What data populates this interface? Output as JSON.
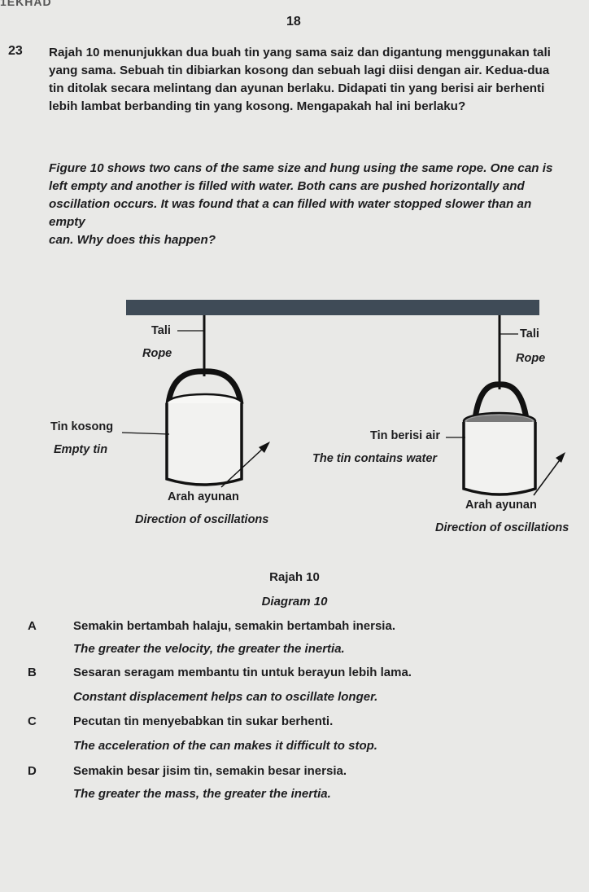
{
  "header_scrap": "1EKHAD",
  "page_number": "18",
  "question": {
    "number": "23",
    "malay": [
      "Rajah 10 menunjukkan dua buah tin yang sama saiz dan digantung menggunakan tali",
      "yang sama.  Sebuah tin dibiarkan kosong dan sebuah lagi diisi dengan air.  Kedua-dua",
      "tin ditolak secara melintang dan ayunan berlaku.  Didapati tin yang berisi air berhenti",
      "lebih lambat berbanding tin yang kosong.  Mengapakah hal ini berlaku?"
    ],
    "english": [
      "Figure 10 shows two cans of the same size and hung using the same rope.  One can is",
      "left empty and another is filled with water.  Both cans are pushed horizontally and",
      "oscillation occurs. It was found that a can filled with water stopped slower than an empty",
      "can. Why does this happen?"
    ]
  },
  "diagram": {
    "left": {
      "rope_ms": "Tali",
      "rope_en": "Rope",
      "can_ms": "Tin kosong",
      "can_en": "Empty tin",
      "direction_ms": "Arah ayunan",
      "direction_en": "Direction of oscillations"
    },
    "right": {
      "rope_ms": "Tali",
      "rope_en": "Rope",
      "can_ms": "Tin berisi air",
      "can_en": "The tin contains water",
      "direction_ms": "Arah ayunan",
      "direction_en": "Direction of oscillations"
    },
    "caption_ms": "Rajah 10",
    "caption_en": "Diagram 10"
  },
  "options": [
    {
      "letter": "A",
      "malay": "Semakin bertambah halaju, semakin bertambah inersia.",
      "english": "The greater the velocity, the greater the inertia."
    },
    {
      "letter": "B",
      "malay": "Sesaran seragam membantu tin untuk berayun lebih lama.",
      "english": "Constant displacement helps can to oscillate longer."
    },
    {
      "letter": "C",
      "malay": "Pecutan tin menyebabkan tin sukar berhenti.",
      "english": "The acceleration of the can makes it difficult to stop."
    },
    {
      "letter": "D",
      "malay": "Semakin besar jisim tin,  semakin besar inersia.",
      "english": "The greater the mass, the greater the inertia."
    }
  ]
}
